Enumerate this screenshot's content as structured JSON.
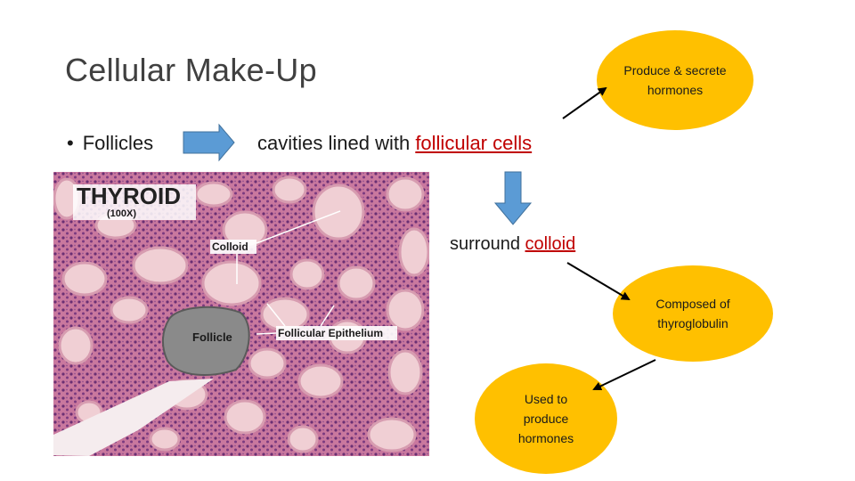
{
  "slide": {
    "title": "Cellular Make-Up",
    "bullet_marker": "•",
    "bullet_text": "Follicles",
    "line1_prefix": "cavities lined with ",
    "line1_highlight": "follicular cells",
    "line2_prefix": "surround ",
    "line2_highlight": "colloid",
    "highlight_color": "#c00000"
  },
  "callouts": {
    "produce": [
      "Produce & secrete",
      "hormones"
    ],
    "composed": [
      "Composed of",
      "thyroglobulin"
    ],
    "used": [
      "Used to",
      "produce",
      "hormones"
    ],
    "fill_color": "#ffc000"
  },
  "micrograph": {
    "heading": "THYROID",
    "magnification": "(100X)",
    "label_colloid": "Colloid",
    "label_follicle": "Follicle",
    "label_epithelium": "Follicular Epithelium"
  },
  "colors": {
    "block_arrow": "#5b9bd5",
    "title": "#404040"
  }
}
